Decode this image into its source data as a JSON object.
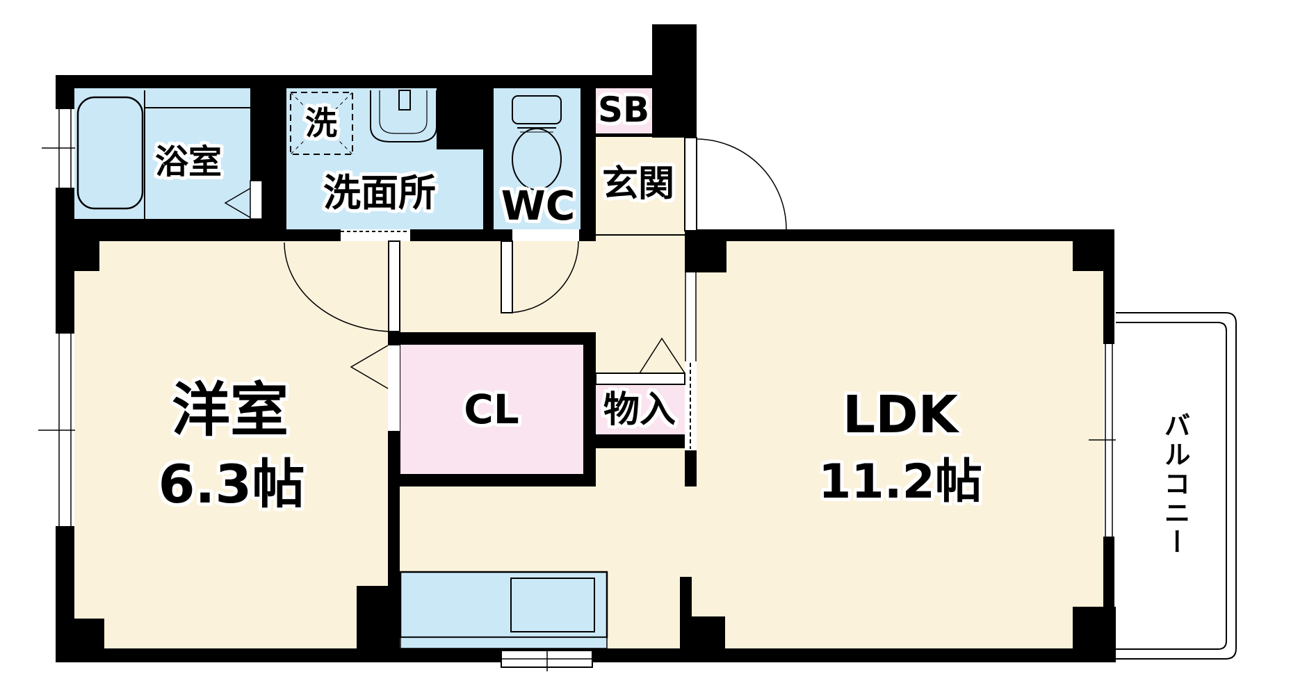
{
  "colors": {
    "wall": "#000000",
    "wet_room": "#cbe8f7",
    "floor_cream": "#fbf2db",
    "pink_room": "#f9e4ef",
    "line": "#000000",
    "background": "#ffffff"
  },
  "rooms": {
    "bath": {
      "label": "浴室"
    },
    "laundry": {
      "label": "洗"
    },
    "washroom": {
      "label": "洗面所"
    },
    "wc": {
      "label": "WC"
    },
    "shoe_box": {
      "label": "SB"
    },
    "entrance": {
      "label": "玄関"
    },
    "western_room": {
      "label": "洋室",
      "size": "6.3帖"
    },
    "closet": {
      "label": "CL"
    },
    "storage": {
      "label": "物入"
    },
    "ldk": {
      "label": "LDK",
      "size": "11.2帖"
    },
    "balcony": {
      "label": "バルコニー"
    }
  }
}
